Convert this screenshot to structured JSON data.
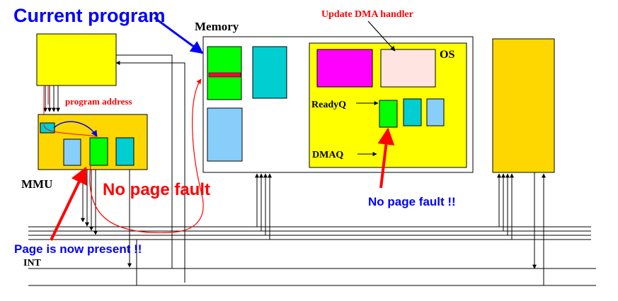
{
  "labels": {
    "current_program": "Current program",
    "memory": "Memory",
    "update_dma_handler": "Update DMA handler",
    "os": "OS",
    "program_address": "program address",
    "ready_q": "ReadyQ",
    "dma_q": "DMAQ",
    "mmu": "MMU",
    "no_page_fault_main": "No page fault",
    "no_page_fault_os": "No page fault !!",
    "page_now_present": "Page is now present !!",
    "int": "INT"
  },
  "colors": {
    "cpu": "#ffff00",
    "mmu": "#ffd700",
    "device": "#ffd700",
    "os_area": "#ffff00",
    "page_green": "#00ff00",
    "page_cyan": "#00ced1",
    "page_lightblue": "#87cefa",
    "page_magenta": "#ff00ff",
    "page_pink": "#ffe4e1",
    "annotation_red": "#ff0000",
    "annotation_blue": "#0000ff",
    "ink": "#000000"
  }
}
